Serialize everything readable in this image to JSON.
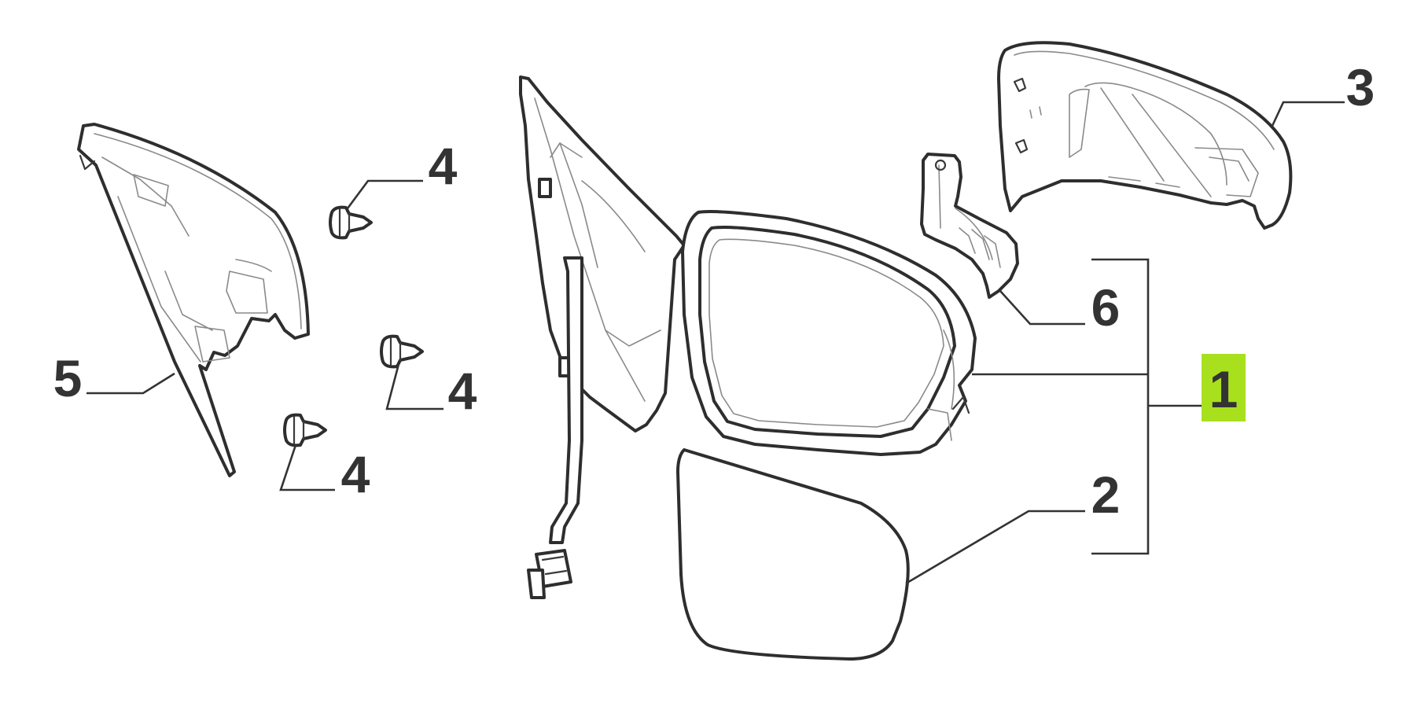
{
  "parts": [
    {
      "id": "part-1",
      "label": "1",
      "highlight": true
    },
    {
      "id": "part-2",
      "label": "2",
      "highlight": false
    },
    {
      "id": "part-3",
      "label": "3",
      "highlight": false
    },
    {
      "id": "part-4a",
      "label": "4",
      "highlight": false
    },
    {
      "id": "part-4b",
      "label": "4",
      "highlight": false
    },
    {
      "id": "part-4c",
      "label": "4",
      "highlight": false
    },
    {
      "id": "part-5",
      "label": "5",
      "highlight": false
    },
    {
      "id": "part-6",
      "label": "6",
      "highlight": false
    }
  ],
  "colors": {
    "highlight": "#a8e01e",
    "callout_text": "#333333",
    "outline": "#2e2e2e",
    "background": "#ffffff"
  }
}
